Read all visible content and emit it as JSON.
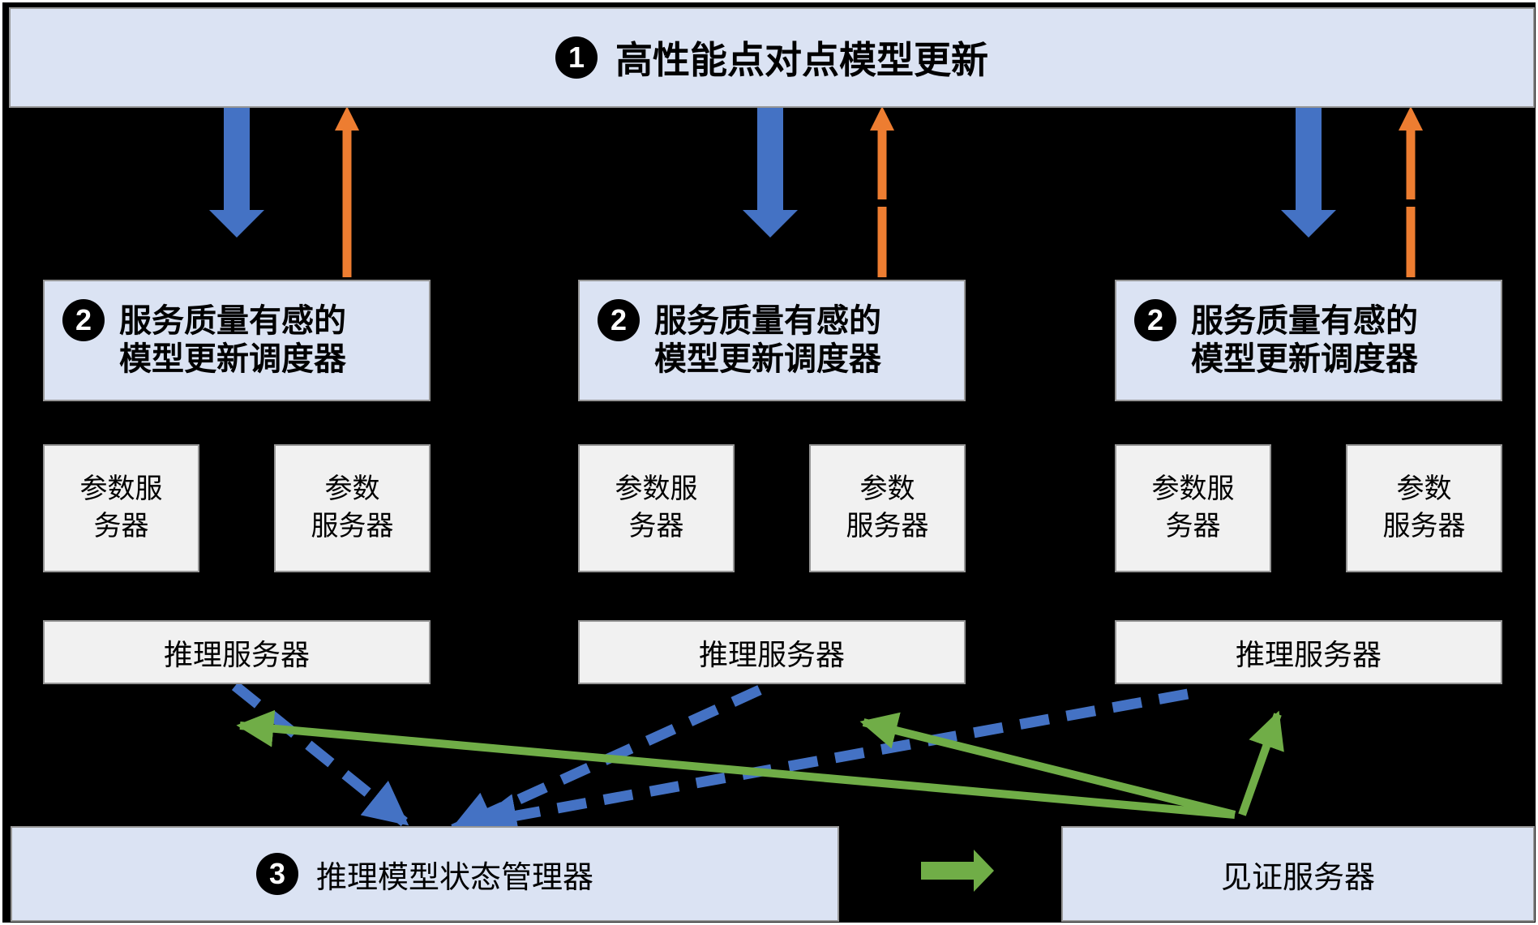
{
  "colors": {
    "background": "#000000",
    "panel_blue": "#dbe3f3",
    "panel_gray": "#f1f1f1",
    "border_gray": "#969696",
    "arrow_blue": "#4472c4",
    "arrow_orange": "#ed7d31",
    "arrow_green": "#70ad47",
    "badge_black": "#000000",
    "badge_text": "#ffffff",
    "text": "#000000"
  },
  "top_banner": {
    "badge": "1",
    "title": "高性能点对点模型更新"
  },
  "clusters": [
    {
      "scheduler": {
        "badge": "2",
        "line1": "服务质量有感的",
        "line2": "模型更新调度器"
      },
      "param_server_a": {
        "line1": "参数服",
        "line2": "务器"
      },
      "param_server_b": {
        "line1": "参数",
        "line2": "服务器"
      },
      "inference_server": {
        "label": "推理服务器"
      }
    },
    {
      "scheduler": {
        "badge": "2",
        "line1": "服务质量有感的",
        "line2": "模型更新调度器"
      },
      "param_server_a": {
        "line1": "参数服",
        "line2": "务器"
      },
      "param_server_b": {
        "line1": "参数",
        "line2": "服务器"
      },
      "inference_server": {
        "label": "推理服务器"
      }
    },
    {
      "scheduler": {
        "badge": "2",
        "line1": "服务质量有感的",
        "line2": "模型更新调度器"
      },
      "param_server_a": {
        "line1": "参数服",
        "line2": "务器"
      },
      "param_server_b": {
        "line1": "参数",
        "line2": "服务器"
      },
      "inference_server": {
        "label": "推理服务器"
      }
    }
  ],
  "bottom": {
    "state_manager": {
      "badge": "3",
      "label": "推理模型状态管理器"
    },
    "witness_server": {
      "label": "见证服务器"
    }
  }
}
